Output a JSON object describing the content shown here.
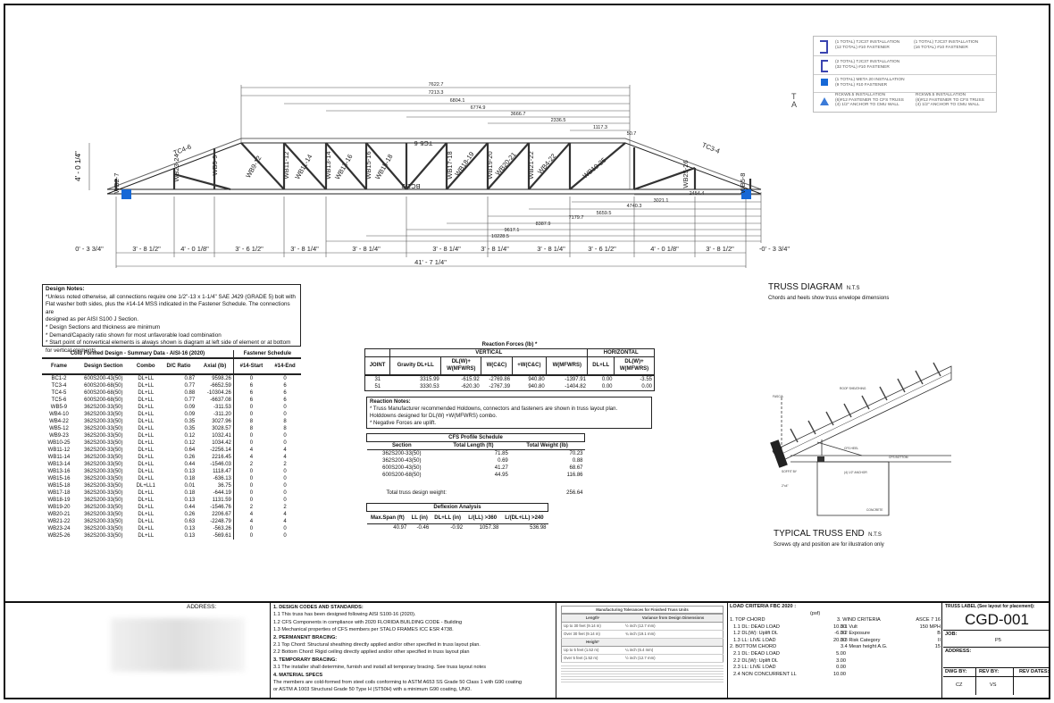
{
  "legend": [
    {
      "icon": "bracket-icon",
      "text1": "(1 TOTAL) TJC37 INSTALLATION",
      "text1b": "(12 TOTAL) #10 FASTENER",
      "text2": "(1 TOTAL) TJC37 INSTALLATION",
      "text2b": "(16 TOTAL) #10 FASTENER"
    },
    {
      "icon": "bracket-icon",
      "text1": "(2 TOTAL) TJC37 INSTALLATION",
      "text1b": "(32 TOTAL) #10 FASTENER"
    },
    {
      "icon": "plate-icon",
      "text1": "(1 TOTAL) META 20 INSTALLATION",
      "text1b": "(9 TOTAL) #10 FASTENER"
    },
    {
      "icon": "triangle-icon",
      "text1": "RCKW5.5 INSTALLATION",
      "text1b": "(6)#12 FASTENER TO CFS TRUSS",
      "text1c": "(4) 1/2\" ANCHOR TO CMU WALL",
      "text2": "RCKW5.5 INSTALLATION",
      "text2b": "(6)#12 FASTENER TO CFS TRUSS",
      "text2c": "(4) 1/2\" ANCHOR TO CMU WALL"
    }
  ],
  "truss": {
    "height_label": "4' - 0 1/4\"",
    "top_dims": [
      "7622.7",
      "7213.3",
      "6804.1",
      "6774.9",
      "3666.7",
      "2336.5",
      "1117.3",
      "50.7"
    ],
    "bottom_dims": [
      "2454.4",
      "3021.1",
      "4740.3",
      "5659.5",
      "7179.7",
      "8387.9",
      "9617.1",
      "10228.5"
    ],
    "members": [
      "WB2-7",
      "WB23-24",
      "WB5-9",
      "TC4-6",
      "WB9-12",
      "WB11-12",
      "WB11-14",
      "WB13-14",
      "WB13-16",
      "WB15-16",
      "TC5-6",
      "BC1-2",
      "WB15-18",
      "WB17-18",
      "WB18-19",
      "WB19-20",
      "WB20-21",
      "WB21-22",
      "WB4-22",
      "WB10-25",
      "WB25-26",
      "TC3-4",
      "WB5-8"
    ],
    "panel_dims": [
      "0' - 3 3/4\"",
      "3' - 8 1/2\"",
      "4' - 0 1/8\"",
      "3' - 6 1/2\"",
      "3' - 8 1/4\"",
      "3' - 8 1/4\"",
      "3' - 8 1/4\"",
      "3' - 8 1/4\"",
      "3' - 8 1/4\"",
      "3' - 6 1/2\"",
      "4' - 0 1/8\"",
      "3' - 8 1/2\"",
      "-0' - 3 3/4\""
    ],
    "overall": "41' - 7 1/4\""
  },
  "truss_diagram": {
    "title": "TRUSS DIAGRAM",
    "nts": "N.T.S",
    "caption": "Chords and heels show truss envelope dimensions"
  },
  "truss_end": {
    "title": "TYPICAL TRUSS END",
    "nts": "N.T.S",
    "caption": "Screws qty and position are for illustration only"
  },
  "design_notes": {
    "title": "Design Notes:",
    "lines": [
      "*Unless noted otherwise, all connections require one 1/2\"-13 x 1-1/4\" SAE J429 (GRADE 5) bolt with",
      "Flat washer both sides, plus the #14-14 MSS indicated in the Fastener Schedule. The connections are",
      "designed as per AISI S100 J Section.",
      "* Design Sections and thickness are minimum",
      "* Demand/Capacity ratio shown for most unfavorable load combination",
      "* Start point of nonvertical elements is always shown is diagram at left side of element or at bottom",
      "for vertical elements."
    ]
  },
  "summary": {
    "title": "Cold Formed Design  - Summary Data - AISI-16 (2020)",
    "fastener_title": "Fastener Schedule",
    "headers": [
      "Frame",
      "Design Section",
      "Combo",
      "D/C Ratio",
      "Axial (lb)",
      "#14-Start",
      "#14-End"
    ],
    "rows": [
      [
        "BC1-2",
        "600S200-43(50)",
        "DL+LL",
        "0.87",
        "9598.26",
        "0",
        "0"
      ],
      [
        "TC3-4",
        "600S200-68(50)",
        "DL+LL",
        "0.77",
        "-6652.59",
        "6",
        "6"
      ],
      [
        "TC4-5",
        "600S200-68(50)",
        "DL+LL",
        "0.88",
        "-10304.26",
        "6",
        "6"
      ],
      [
        "TC5-6",
        "600S200-68(50)",
        "DL+LL",
        "0.77",
        "-6637.08",
        "6",
        "6"
      ],
      [
        "WB5-9",
        "362S200-33(50)",
        "DL+LL",
        "0.09",
        "-311.53",
        "0",
        "0"
      ],
      [
        "WB4-10",
        "362S200-33(50)",
        "DL+LL",
        "0.09",
        "-311.20",
        "0",
        "0"
      ],
      [
        "WB4-22",
        "362S200-33(50)",
        "DL+LL",
        "0.35",
        "3027.96",
        "8",
        "8"
      ],
      [
        "WB5-12",
        "362S200-33(50)",
        "DL+LL",
        "0.35",
        "3028.57",
        "8",
        "8"
      ],
      [
        "WB9-23",
        "362S200-33(50)",
        "DL+LL",
        "0.12",
        "1032.41",
        "0",
        "0"
      ],
      [
        "WB10-25",
        "362S200-33(50)",
        "DL+LL",
        "0.12",
        "1034.42",
        "0",
        "0"
      ],
      [
        "WB11-12",
        "362S200-33(50)",
        "DL+LL",
        "0.64",
        "-2256.14",
        "4",
        "4"
      ],
      [
        "WB11-14",
        "362S200-33(50)",
        "DL+LL",
        "0.26",
        "2216.45",
        "4",
        "4"
      ],
      [
        "WB13-14",
        "362S200-33(50)",
        "DL+LL",
        "0.44",
        "-1546.03",
        "2",
        "2"
      ],
      [
        "WB13-16",
        "362S200-33(50)",
        "DL+LL",
        "0.13",
        "1118.47",
        "0",
        "0"
      ],
      [
        "WB15-16",
        "362S200-33(50)",
        "DL+LL",
        "0.18",
        "-636.13",
        "0",
        "0"
      ],
      [
        "WB15-18",
        "362S200-33(50)",
        "DL+LL1",
        "0.01",
        "36.75",
        "0",
        "0"
      ],
      [
        "WB17-18",
        "362S200-33(50)",
        "DL+LL",
        "0.18",
        "-644.19",
        "0",
        "0"
      ],
      [
        "WB18-19",
        "362S200-33(50)",
        "DL+LL",
        "0.13",
        "1131.59",
        "0",
        "0"
      ],
      [
        "WB19-20",
        "362S200-33(50)",
        "DL+LL",
        "0.44",
        "-1546.76",
        "2",
        "2"
      ],
      [
        "WB20-21",
        "362S200-33(50)",
        "DL+LL",
        "0.26",
        "2206.67",
        "4",
        "4"
      ],
      [
        "WB21-22",
        "362S200-33(50)",
        "DL+LL",
        "0.63",
        "-2248.79",
        "4",
        "4"
      ],
      [
        "WB23-24",
        "362S200-33(50)",
        "DL+LL",
        "0.13",
        "-563.26",
        "0",
        "0"
      ],
      [
        "WB25-26",
        "362S200-33(50)",
        "DL+LL",
        "0.13",
        "-569.61",
        "0",
        "0"
      ]
    ]
  },
  "reactions": {
    "title": "Reaction Forces (lb) *",
    "vertical": "VERTICAL",
    "horizontal": "HORIZONTAL",
    "headers": [
      "JOINT",
      "Gravity DL+LL",
      "DL(W)+ W(MFWRS)",
      "W(C&C)",
      "+W(C&C)",
      "W(MFWRS)",
      "DL+LL",
      "DL(W)+ W(MFWRS)"
    ],
    "rows": [
      [
        "31",
        "3315.99",
        "-615.92",
        "-2769.86",
        "940.80",
        "-1397.91",
        "0.00",
        "-3.55"
      ],
      [
        "51",
        "3330.53",
        "-620.30",
        "-2767.39",
        "940.80",
        "-1404.82",
        "0.00",
        "0.00"
      ]
    ],
    "notes_title": "Reaction Notes:",
    "notes": [
      "* Truss Manufacturer recommended Holdowns, connectors and fasteners are shown in truss layout plan.",
      "Holddowns designed for DL(W) +W(MFWRS) combo.",
      "* Negative Forces are uplift."
    ]
  },
  "profile": {
    "title": "CFS Profile Schedule",
    "headers": [
      "Section",
      "Total Length (ft)",
      "Total Weight (lb)"
    ],
    "rows": [
      [
        "362S200-33(50)",
        "71.85",
        "70.23"
      ],
      [
        "362S200-43(50)",
        "0.69",
        "0.88"
      ],
      [
        "600S200-43(50)",
        "41.27",
        "68.67"
      ],
      [
        "600S200-68(50)",
        "44.95",
        "116.86"
      ]
    ],
    "total_label": "Total truss design weight:",
    "total": "256.64"
  },
  "deflection": {
    "title": "Deflexion Analysis",
    "headers": [
      "Max.Span (ft)",
      "LL (in)",
      "DL+LL (in)",
      "L/(LL) >360",
      "L/(DL+LL) >240"
    ],
    "row": [
      "40.97",
      "-0.46",
      "-0.92",
      "1057.38",
      "536.98"
    ]
  },
  "footer": {
    "address_label": "ADDRESS:",
    "codes": [
      {
        "b": "1. DESIGN CODES AND STANDARDS:"
      },
      {
        "t": "1.1 This truss has been designed following AISI S100-16 (2020)."
      },
      {
        "t": "1.2 CFS Components in compliance with 2020 FLORIDA BUILDING CODE - Building"
      },
      {
        "t": "1.3 Mechanical properties of CFS members per  STALO FRAMES ICC ESR 4738."
      },
      {
        "b": "2. PERMANENT BRACING:"
      },
      {
        "t": "2.1 Top Chord: Structural sheathing directly applied and/or other specified in truss layout plan."
      },
      {
        "t": "2.2  Bottom Chord: Rigid ceiling directly applied and/or other specified in truss layout plan"
      },
      {
        "b": "3. TEMPORARY BRACING:"
      },
      {
        "t": "3.1 The installer shall determine, furnish and install all temporary bracing.  See truss layout notes"
      },
      {
        "b": "4. MATERIAL SPECS"
      },
      {
        "t": "The members are cold-formed from steel coils conforming to ASTM A653 SS Grade 50 Class 1 with G90 coating"
      },
      {
        "t": "or ASTM A 1003 Structural Grade 50 Type H (ST50H) with a minimum G90 coating, UNO."
      }
    ],
    "tolerance": {
      "title": "Manufacturing Tolerances for Finished Truss Units",
      "h1": "Length¹",
      "h2": "Variance from Design Dimensions",
      "rows": [
        [
          "Up to 30 feet (9.14 m)",
          "½ inch (12.7 mm)"
        ],
        [
          "Over 30 feet (9.14 m)",
          "¾ inch (19.1 mm)"
        ]
      ],
      "h3": "Height²",
      "rows2": [
        [
          "Up to 5 feet (1.52 m)",
          "¼ inch (6.4 mm)"
        ],
        [
          "Over 5 feet (1.52 m)",
          "½ inch (12.7 mm)"
        ]
      ]
    },
    "load": {
      "title": "LOAD CRITERIA FBC 2020 :",
      "psf": "(psf)",
      "left": [
        [
          "1. TOP CHORD",
          ""
        ],
        [
          "1.1 DL: DEAD LOAD",
          "10.00"
        ],
        [
          "1.2 DL(W): Uplift DL",
          "-6.00"
        ],
        [
          "1.3 LL: LIVE LOAD",
          "20.00"
        ],
        [
          "2. BOTTOM CHORD",
          ""
        ],
        [
          "2.1 DL: DEAD LOAD",
          "5.00"
        ],
        [
          "2.2 DL(W): Uplift DL",
          "3.00"
        ],
        [
          "2.3 LL: LIVE LOAD",
          "0.00"
        ],
        [
          "2.4 NON CONCURRENT LL",
          "10.00"
        ]
      ],
      "right": [
        [
          "3. WIND CRITERIA",
          "ASCE 7 16"
        ],
        [
          "3.1 Vult",
          "150 MPH"
        ],
        [
          "3.2 Exposure",
          "B"
        ],
        [
          "3.3 Risk Category",
          "II"
        ],
        [
          "3.4 Mean height A.G.",
          "15"
        ]
      ]
    },
    "label": {
      "title": "TRUSS LABEL (See layout for placement):",
      "value": "CGD-001",
      "job": "JOB:",
      "job_val": "P5",
      "address": "ADDRESS:",
      "dwg": "DWG BY:",
      "rev": "REV BY:",
      "rev_dates": "REV DATES:",
      "dwg_val": "CZ",
      "rev_val": "VS"
    }
  }
}
